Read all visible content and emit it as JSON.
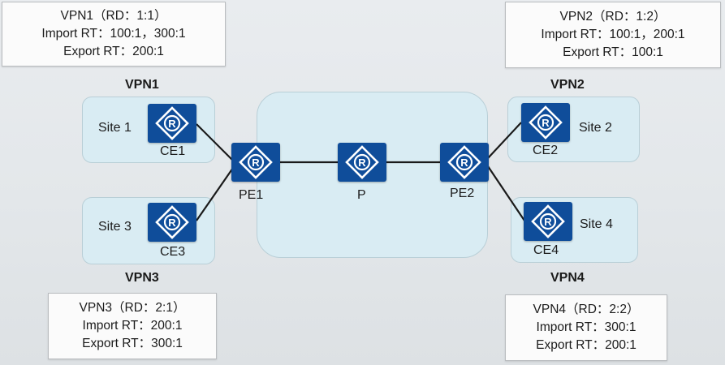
{
  "boxes": {
    "vpn1": {
      "title": "VPN1（RD：1:1）",
      "import_rt": "Import RT：100:1，300:1",
      "export_rt": "Export RT：200:1"
    },
    "vpn2": {
      "title": "VPN2（RD：1:2）",
      "import_rt": "Import RT：100:1，200:1",
      "export_rt": "Export RT：100:1"
    },
    "vpn3": {
      "title": "VPN3（RD：2:1）",
      "import_rt": "Import RT：200:1",
      "export_rt": "Export RT：300:1"
    },
    "vpn4": {
      "title": "VPN4（RD：2:2）",
      "import_rt": "Import RT：300:1",
      "export_rt": "Export RT：200:1"
    }
  },
  "vpn_labels": {
    "vpn1": "VPN1",
    "vpn2": "VPN2",
    "vpn3": "VPN3",
    "vpn4": "VPN4"
  },
  "sites": {
    "site1": "Site 1",
    "site2": "Site 2",
    "site3": "Site 3",
    "site4": "Site 4"
  },
  "devices": {
    "ce1": "CE1",
    "ce2": "CE2",
    "ce3": "CE3",
    "ce4": "CE4",
    "pe1": "PE1",
    "p": "P",
    "pe2": "PE2"
  },
  "colors": {
    "router": "#0f4d9a",
    "site_fill": "#d9ecf3",
    "link": "#1a1a1a"
  },
  "icons": {
    "router": "router-icon"
  }
}
